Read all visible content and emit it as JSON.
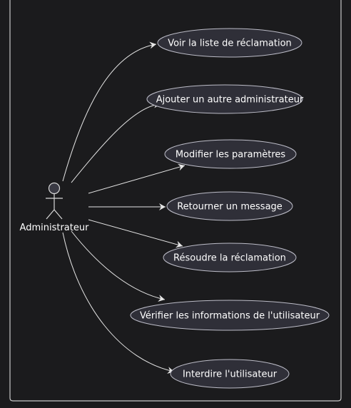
{
  "colors": {
    "background": "#1b1b1d",
    "frame": "#c8c8c8",
    "usecase_fill": "#2f2f38",
    "usecase_stroke": "#bdbdc8",
    "arrow": "#e6e6e6",
    "text": "#ffffff"
  },
  "actor": {
    "label": "Administrateur"
  },
  "use_cases": [
    {
      "label": "Voir la liste de réclamation"
    },
    {
      "label": "Ajouter un autre administrateur"
    },
    {
      "label": "Modifier les paramètres"
    },
    {
      "label": "Retourner un message"
    },
    {
      "label": "Résoudre la réclamation"
    },
    {
      "label": "Vérifier les informations de l'utilisateur"
    },
    {
      "label": "Interdire l'utilisateur"
    }
  ]
}
